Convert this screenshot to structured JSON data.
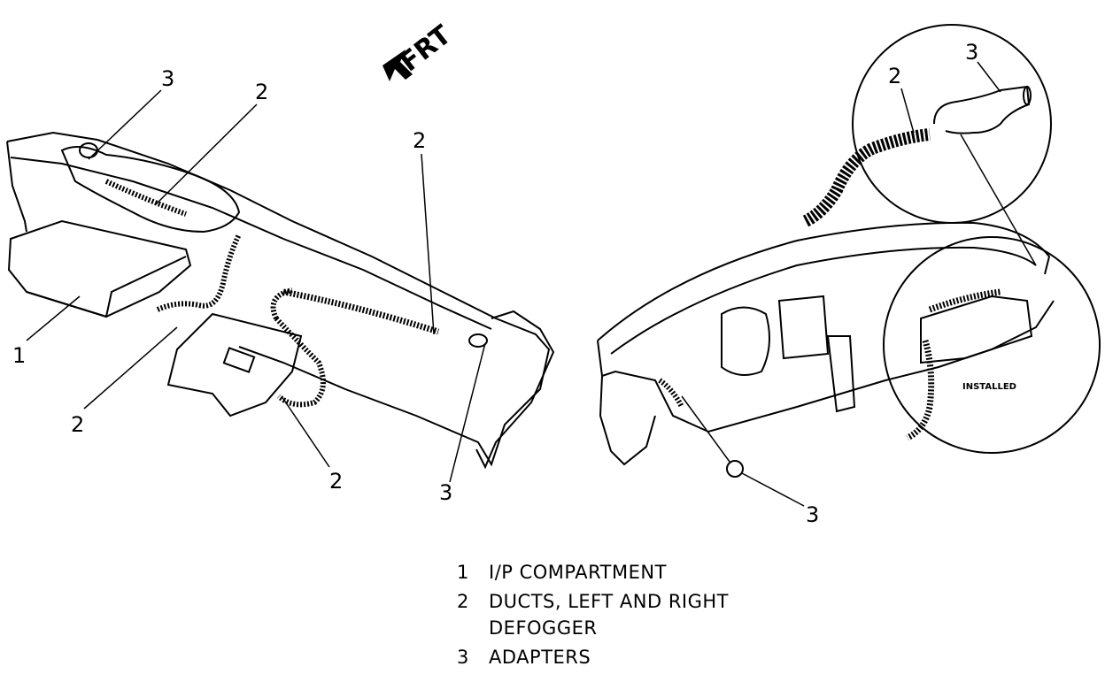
{
  "figure": {
    "direction_label": "FRT",
    "inset_label": "INSTALLED",
    "callouts": {
      "left_adapter_top": "3",
      "left_duct_top": "2",
      "left_duct_center": "2",
      "left_compartment": "1",
      "left_duct_lower_left": "2",
      "left_duct_lower": "2",
      "left_adapter_lower": "3",
      "inset_duct": "2",
      "inset_adapter": "3",
      "right_adapter": "3"
    }
  },
  "legend": [
    {
      "number": "1",
      "text": "I/P COMPARTMENT"
    },
    {
      "number": "2",
      "text": "DUCTS, LEFT AND RIGHT DEFOGGER"
    },
    {
      "number": "3",
      "text": "ADAPTERS"
    }
  ]
}
